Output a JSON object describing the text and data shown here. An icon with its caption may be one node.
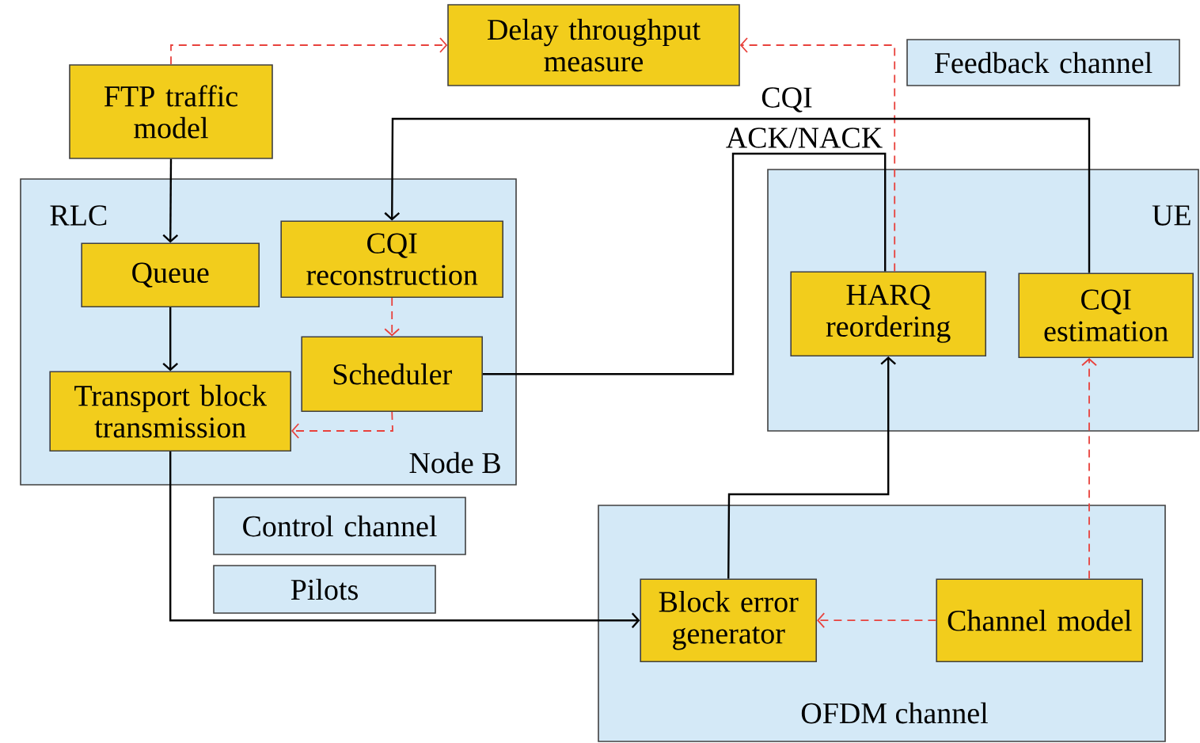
{
  "diagram": {
    "nodes": [
      {
        "text": [
          "Delay throughput measure"
        ]
      },
      {
        "text": [
          "FTP traffic model"
        ]
      },
      {
        "text": [
          "RLC",
          "Node B"
        ]
      },
      {
        "text": [
          "Queue"
        ],
        "in": 2
      },
      {
        "text": [
          "CQI reconstruction"
        ],
        "in": 2
      },
      {
        "text": [
          "Scheduler"
        ],
        "in": 2
      },
      {
        "text": [
          "Transport block transmission"
        ],
        "in": 2
      },
      {
        "text": [
          "Feedback channel"
        ]
      },
      {
        "text": [
          "UE"
        ]
      },
      {
        "text": [
          "HARQ reordering"
        ],
        "in": 8
      },
      {
        "text": [
          "CQI estimation"
        ],
        "in": 8
      },
      {
        "text": [
          "Control channel"
        ]
      },
      {
        "text": [
          "Pilots"
        ]
      },
      {
        "text": [
          "OFDM channel"
        ]
      },
      {
        "text": [
          "Block error generator"
        ],
        "in": 13
      },
      {
        "text": [
          "Channel model"
        ],
        "in": 13
      }
    ],
    "edges": [
      {
        "from": 1,
        "to": 0,
        "arrow": "to",
        "style": "dashed",
        "color": "#e8413c"
      },
      {
        "from": 9,
        "to": 0,
        "arrow": "to",
        "style": "dashed",
        "color": "#e8413c"
      },
      {
        "from": 1,
        "to": 3,
        "arrow": "to",
        "color": "#000000"
      },
      {
        "from": 3,
        "to": 6,
        "arrow": "to",
        "color": "#000000"
      },
      {
        "from": 10,
        "to": 4,
        "arrow": "to",
        "label": "CQI",
        "color": "#000000"
      },
      {
        "from": 9,
        "to": 5,
        "arrow": "none",
        "label": "ACK/NACK",
        "color": "#000000"
      },
      {
        "from": 4,
        "to": 5,
        "arrow": "to",
        "style": "dashed",
        "color": "#e8413c"
      },
      {
        "from": 5,
        "to": 6,
        "arrow": "to",
        "style": "dashed",
        "color": "#e8413c"
      },
      {
        "from": 6,
        "to": 14,
        "arrow": "to",
        "color": "#000000"
      },
      {
        "from": 14,
        "to": 9,
        "arrow": "to",
        "color": "#000000"
      },
      {
        "from": 15,
        "to": 14,
        "arrow": "to",
        "style": "dashed",
        "color": "#e8413c"
      },
      {
        "from": 15,
        "to": 10,
        "arrow": "to",
        "style": "dashed",
        "color": "#e8413c"
      }
    ]
  }
}
